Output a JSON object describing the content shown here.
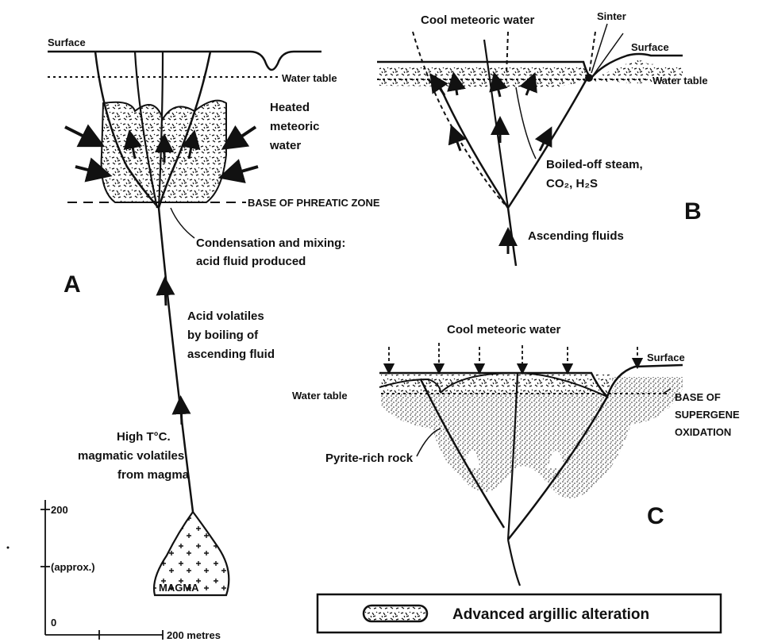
{
  "panel_a": {
    "letter": "A",
    "surface": "Surface",
    "water_table": "Water table",
    "heated_line1": "Heated",
    "heated_line2": "meteoric",
    "heated_line3": "water",
    "base_phreatic": "BASE OF PHREATIC ZONE",
    "condense_line1": "Condensation and mixing:",
    "condense_line2": "acid fluid produced",
    "acid_line1": "Acid volatiles",
    "acid_line2": "by boiling of",
    "acid_line3": "ascending fluid",
    "hightc_line1": "High T°C.",
    "hightc_line2": "magmatic volatiles",
    "hightc_line3": "from magma",
    "magma": "MAGMA",
    "scale_200": "200",
    "scale_approx": "(approx.)",
    "scale_0": "0",
    "scale_metres": "200 metres"
  },
  "panel_b": {
    "letter": "B",
    "cool_water": "Cool meteoric water",
    "sinter": "Sinter",
    "surface": "Surface",
    "water_table": "Water table",
    "steam_line1": "Boiled-off steam,",
    "steam_line2": "CO₂, H₂S",
    "ascending": "Ascending fluids"
  },
  "panel_c": {
    "letter": "C",
    "cool_water": "Cool meteoric water",
    "surface": "Surface",
    "water_table": "Water table",
    "base_line1": "BASE OF",
    "base_line2": "SUPERGENE",
    "base_line3": "OXIDATION",
    "pyrite": "Pyrite-rich rock"
  },
  "legend": {
    "label": "Advanced argillic alteration"
  },
  "colors": {
    "ink": "#111111",
    "paper": "#ffffff"
  }
}
